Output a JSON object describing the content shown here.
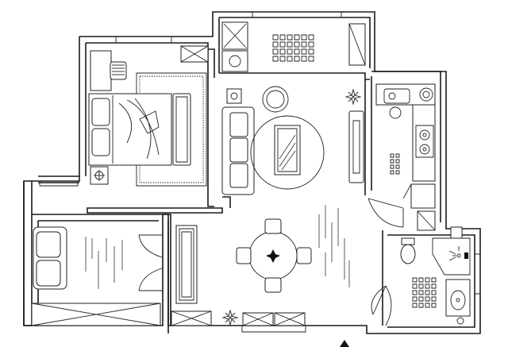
{
  "diagram": {
    "type": "floor-plan",
    "style": "black line drawing on white",
    "labels": [],
    "colors": {
      "line": "#1a1a1a",
      "background": "#ffffff"
    },
    "rooms": [
      "bedroom",
      "second-bedroom",
      "living-room",
      "dining-area",
      "kitchen",
      "bathroom",
      "balcony",
      "storage"
    ],
    "icons": [
      "double-bed",
      "sofa",
      "round-coffee-table",
      "dining-table",
      "kitchen-counter",
      "stove",
      "sink",
      "toilet",
      "shower",
      "washbasin",
      "plant",
      "swing-door",
      "north-arrow"
    ]
  }
}
